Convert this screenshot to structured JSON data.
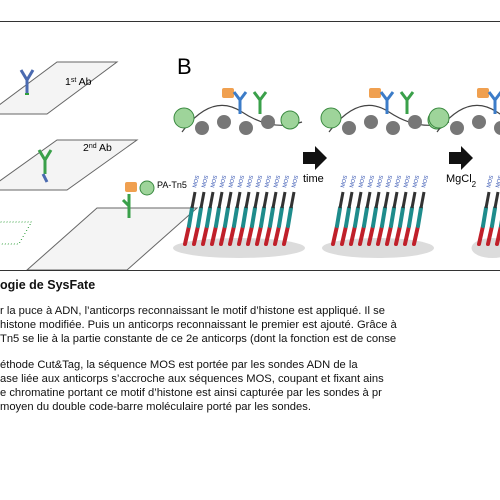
{
  "figure": {
    "panel_b_label": "B",
    "ab1_label_base": "1",
    "ab1_label_sup": "st",
    "ab1_label_suffix": " Ab",
    "ab2_label_base": "2",
    "ab2_label_sup": "nd",
    "ab2_label_suffix": " Ab",
    "pa_tn5_label": "PA-Tn5",
    "time_label": "time",
    "mgcl2_label_base": "MgCl",
    "mgcl2_label_sub": "2",
    "mos_label": "MOS"
  },
  "caption": {
    "title": "ogie de SysFate",
    "paragraph1": [
      "r la puce à ADN, l’anticorps reconnaissant le motif d’histone est appliqué. Il se",
      "histone modifiée. Puis un anticorps reconnaissant le premier est ajouté. Grâce à",
      "Tn5 se lie à la partie constante de ce 2e anticorps (dont la fonction est de conse"
    ],
    "paragraph2": [
      "éthode Cut&Tag, la séquence MOS est portée par les sondes ADN de la",
      "ase liée aux anticorps s’accroche aux séquences MOS, coupant et fixant ains",
      "e chromatine portant ce motif d’histone est ainsi capturée par les sondes à pr",
      "moyen du double code-barre moléculaire porté par les sondes."
    ]
  },
  "colors": {
    "chip_fill": "#f2f2f2",
    "spot_green": "#2e9e3a",
    "spot_blue": "#7fb3e0",
    "probe_red": "#c0202a",
    "probe_teal": "#1e8c8c",
    "mos_blue": "#3050b0",
    "nucleosome_gray": "#777777",
    "tn5_green": "#9ed49a",
    "tn5_orange": "#f0a050",
    "ab_blue": "#3c7cc8",
    "ab_green": "#3aa04a"
  }
}
